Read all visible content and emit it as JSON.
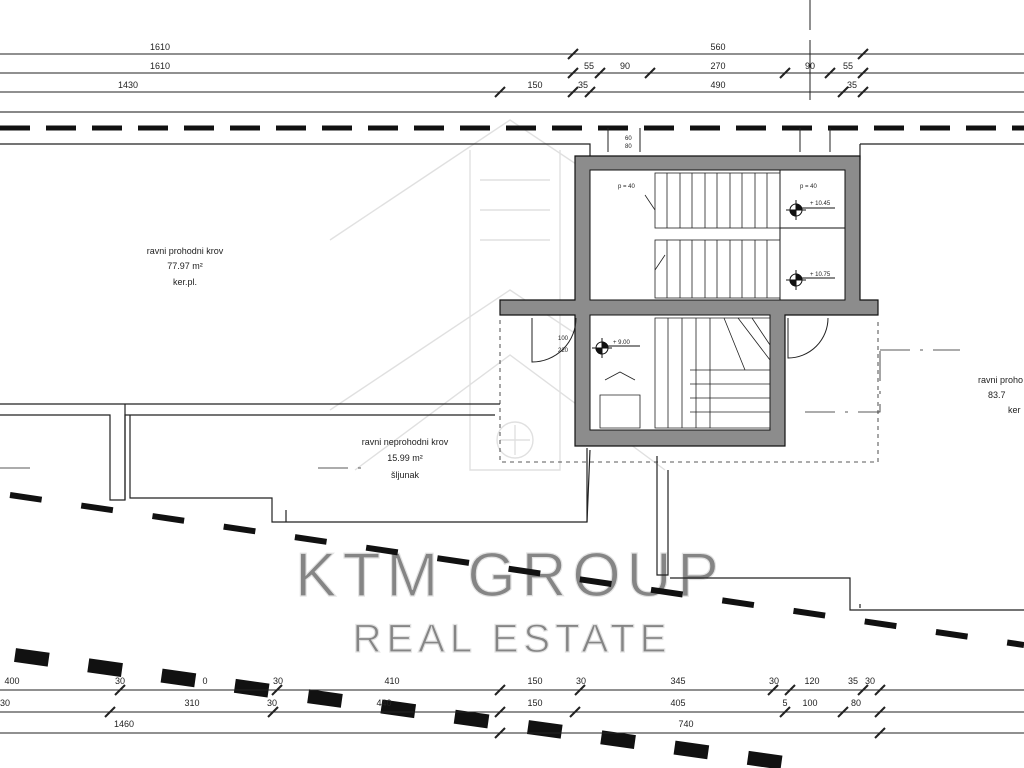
{
  "watermark": {
    "line1": "KTM GROUP",
    "line2": "REAL ESTATE"
  },
  "dimensions_top": {
    "row1": [
      "1610",
      "560"
    ],
    "row2": [
      "1610",
      "55",
      "90",
      "270",
      "90",
      "55"
    ],
    "row3": [
      "1430",
      "150",
      "35",
      "490",
      "35"
    ]
  },
  "dimensions_bottom": {
    "row1": [
      "400",
      "30",
      "0",
      "30",
      "410",
      "150",
      "30",
      "345",
      "30",
      "120",
      "35",
      "30"
    ],
    "row2": [
      "30",
      "310",
      "30",
      "440",
      "150",
      "405",
      "5",
      "100",
      "80"
    ],
    "row3": [
      "1460",
      "740"
    ]
  },
  "rooms": {
    "roof_left": {
      "name": "ravni prohodni krov",
      "area": "77.97 m²",
      "material": "ker.pl."
    },
    "roof_middle": {
      "name": "ravni neprohodni krov",
      "area": "15.99 m²",
      "material": "šljunak"
    },
    "roof_right": {
      "name": "ravni proho",
      "area": "83.7",
      "material": "ker"
    }
  },
  "levels": {
    "l1": "+ 10.45",
    "l2": "+ 10.75",
    "l3": "+ 9.00"
  },
  "notes": {
    "p40_left": "p = 40",
    "p40_right": "p = 40",
    "door_w": "100",
    "door_h": "220",
    "vent_a": "60",
    "vent_b": "80"
  }
}
